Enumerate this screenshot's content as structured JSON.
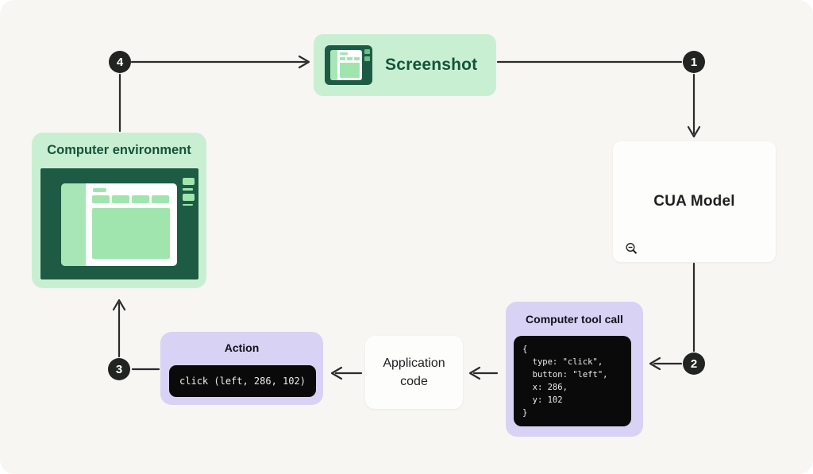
{
  "colors": {
    "background": "#f7f6f3",
    "green_light": "#c9efd2",
    "green_mid": "#a0e5ae",
    "green_dark": "#1e5b44",
    "green_text": "#14543a",
    "lavender": "#d8d2f4",
    "code_bg": "#0a0a0a",
    "code_text": "#ececec",
    "white_box": "#fdfdfc",
    "line": "#2b2b2b",
    "badge_bg": "#212421"
  },
  "nodes": {
    "screenshot": {
      "label": "Screenshot"
    },
    "computer_environment": {
      "title": "Computer environment"
    },
    "cua_model": {
      "title": "CUA Model"
    },
    "computer_tool_call": {
      "title": "Computer tool call",
      "code": "{\n  type: \"click\",\n  button: \"left\",\n  x: 286,\n  y: 102\n}"
    },
    "application_code": {
      "label": "Application code"
    },
    "action": {
      "title": "Action",
      "code": "click (left, 286, 102)"
    }
  },
  "steps": {
    "one": "1",
    "two": "2",
    "three": "3",
    "four": "4"
  }
}
